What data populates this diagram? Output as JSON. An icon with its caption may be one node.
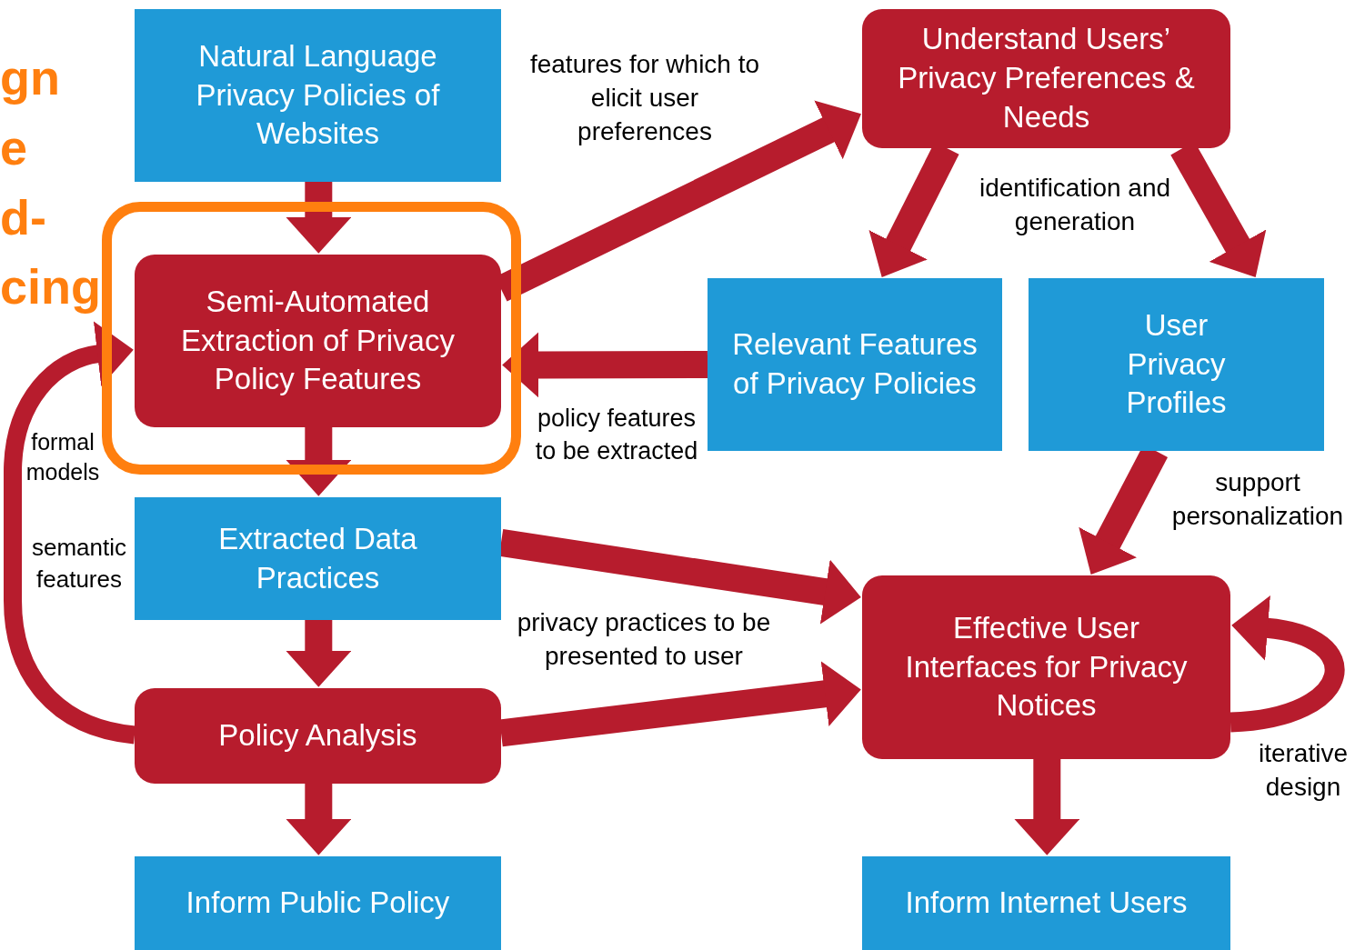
{
  "diagram": {
    "nodes": [
      {
        "text": [
          "Natural Language Privacy Policies of Websites"
        ]
      },
      {
        "text": [],
        "shape": "box"
      },
      {
        "text": [
          "Semi-Automated Extraction of Privacy Policy Features"
        ],
        "in": 1
      },
      {
        "text": [
          "Extracted Data Practices"
        ]
      },
      {
        "text": [
          "Policy Analysis"
        ]
      },
      {
        "text": [
          "Inform Public Policy"
        ]
      },
      {
        "text": [
          "Understand Users’ Privacy Preferences & Needs"
        ]
      },
      {
        "text": [
          "Relevant Features of Privacy Policies"
        ]
      },
      {
        "text": [
          "User Privacy Profiles"
        ]
      },
      {
        "text": [
          "Effective User Interfaces for Privacy Notices"
        ]
      },
      {
        "text": [
          "Inform Internet Users"
        ]
      }
    ],
    "edges": [
      {
        "from": 0,
        "to": 2,
        "arrow": "to"
      },
      {
        "from": 2,
        "to": 3,
        "arrow": "to"
      },
      {
        "from": 3,
        "to": 4,
        "arrow": "to"
      },
      {
        "from": 4,
        "to": 5,
        "arrow": "to"
      },
      {
        "from": 2,
        "to": 6,
        "arrow": "to",
        "label": "features for which to elicit user preferences"
      },
      {
        "from": 7,
        "to": 2,
        "arrow": "to",
        "label": "policy features to be extracted"
      },
      {
        "from": 6,
        "to": 7,
        "arrow": "to",
        "label": "identification and generation"
      },
      {
        "from": 6,
        "to": 8,
        "arrow": "to"
      },
      {
        "from": 8,
        "to": 9,
        "arrow": "to",
        "label": "support personalization"
      },
      {
        "from": 3,
        "to": 9,
        "arrow": "to"
      },
      {
        "from": 4,
        "to": 9,
        "arrow": "to",
        "label": "privacy practices to be presented to user"
      },
      {
        "from": 4,
        "to": 2,
        "arrow": "to",
        "label": "formal models"
      },
      {
        "from": 9,
        "to": 9,
        "arrow": "to",
        "label": "iterative design"
      },
      {
        "from": 9,
        "to": 10,
        "arrow": "to"
      }
    ],
    "labels": [
      "gn",
      "e",
      "d-",
      "cing",
      "semantic features"
    ]
  }
}
